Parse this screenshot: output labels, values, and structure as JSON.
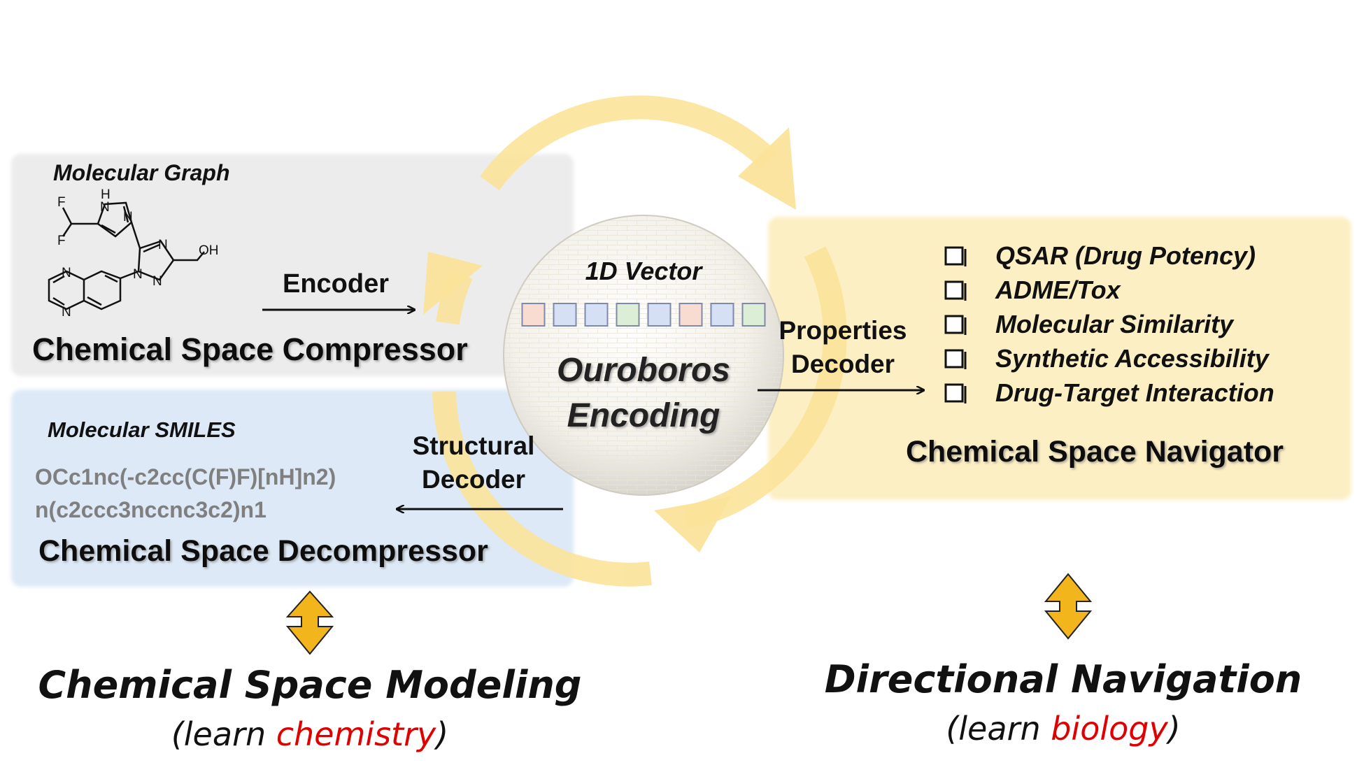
{
  "colors": {
    "compressor_panel": "#ececec",
    "decompressor_panel": "#dde9f6",
    "navigator_panel": "#fdefc4",
    "cycle_arrow": "#fbe39a",
    "double_arrow": "#f2b51c",
    "highlight_red": "#e00000",
    "smiles_gray": "#7f7f7f",
    "text_dark": "#111111"
  },
  "compressor": {
    "graph_label": "Molecular Graph",
    "encoder_label": "Encoder",
    "title": "Chemical Space Compressor"
  },
  "molecule_atoms": {
    "f1": "F",
    "f2": "F",
    "h": "H",
    "n_pyrazole_1": "N",
    "n_pyrazole_2": "N",
    "n_triazole_1": "N",
    "n_triazole_2": "N",
    "n_triazole_3": "N",
    "n_quinox_1": "N",
    "n_quinox_2": "N",
    "oh": "OH"
  },
  "decompressor": {
    "smiles_label": "Molecular SMILES",
    "smiles_line1": "OCc1nc(-c2cc(C(F)F)[nH]n2)",
    "smiles_line2": "n(c2ccc3nccnc3c2)n1",
    "structural_decoder_line1": "Structural",
    "structural_decoder_line2": "Decoder",
    "title": "Chemical Space Decompressor"
  },
  "center": {
    "vector_label": "1D Vector",
    "vector_cells": [
      "#f8dcd2",
      "#d6e0f4",
      "#d6e0f4",
      "#dcefd6",
      "#d6e0f4",
      "#f8dcd2",
      "#d6e0f4",
      "#dcefd6"
    ],
    "title_line1": "Ouroboros",
    "title_line2": "Encoding"
  },
  "navigator": {
    "properties_decoder_line1": "Properties",
    "properties_decoder_line2": "Decoder",
    "items": [
      "QSAR (Drug Potency)",
      "ADME/Tox",
      "Molecular Similarity",
      "Synthetic Accessibility",
      "Drug-Target Interaction"
    ],
    "title": "Chemical Space Navigator"
  },
  "bottom_left": {
    "title": "Chemical Space Modeling",
    "paren_open": "(learn ",
    "highlight": "chemistry",
    "paren_close": ")"
  },
  "bottom_right": {
    "title": "Directional Navigation",
    "paren_open": "(learn ",
    "highlight": "biology",
    "paren_close": ")"
  }
}
